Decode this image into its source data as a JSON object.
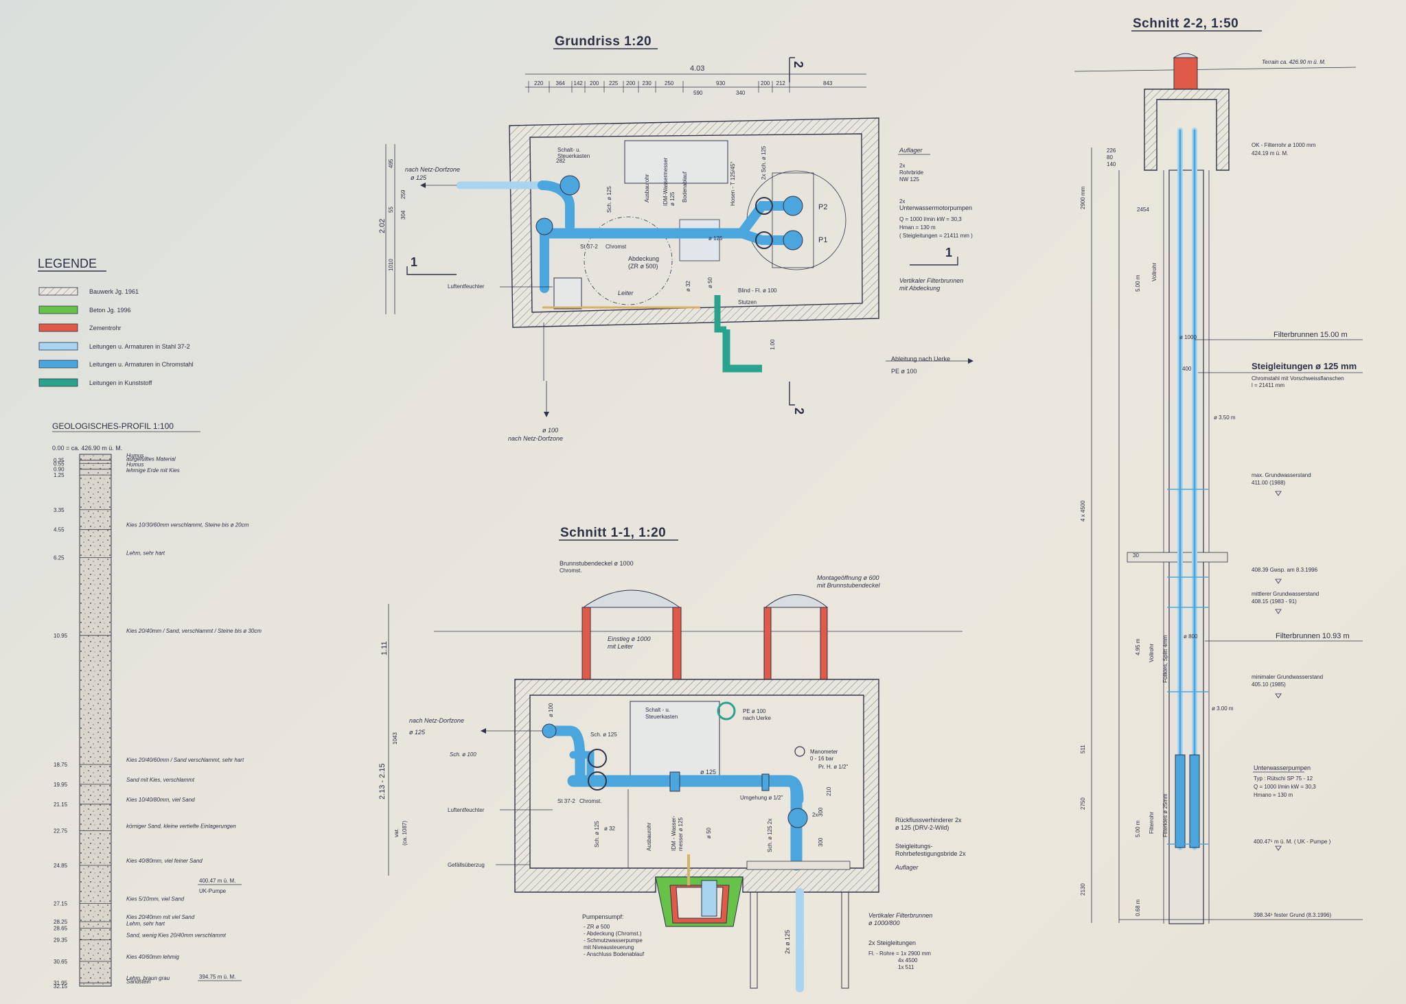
{
  "colors": {
    "paper": "#ebe7dd",
    "ink": "#2f3348",
    "chromstahl": "#4aa6dc",
    "stahl": "#a9d4ef",
    "kunststoff": "#2aa38e",
    "beton": "#67c24a",
    "zementrohr": "#e05a48"
  },
  "legend": {
    "title": "LEGENDE",
    "items": [
      {
        "label": "Bauwerk   Jg. 1961",
        "swatch": "hatch"
      },
      {
        "label": "Beton   Jg. 1996",
        "swatch": "#67c24a"
      },
      {
        "label": "Zementrohr",
        "swatch": "#e05a48"
      },
      {
        "label": "Leitungen u. Armaturen  in Stahl 37-2",
        "swatch": "#a9d4ef"
      },
      {
        "label": "Leitungen u. Armaturen  in Chromstahl",
        "swatch": "#4aa6dc"
      },
      {
        "label": "Leitungen  in Kunststoff",
        "swatch": "#2aa38e"
      }
    ]
  },
  "geo_profile": {
    "title": "GEOLOGISCHES-PROFIL  1:100",
    "head": "0.00  = ca. 426.90 m ü. M.",
    "layers": [
      {
        "depth": "0.35",
        "desc": "Humus"
      },
      {
        "depth": "0.55",
        "desc": "aufgefülltes Material"
      },
      {
        "depth": "0.90",
        "desc": "Humus"
      },
      {
        "depth": "1.25",
        "desc": "lehmige Erde mit Kies"
      },
      {
        "depth": "3.35",
        "desc": ""
      },
      {
        "depth": "4.55",
        "desc": "Kies 10/30/60mm verschlammt, Steine bis ø 20cm"
      },
      {
        "depth": "6.25",
        "desc": "Lehm, sehr hart"
      },
      {
        "depth": "10.95",
        "desc": "Kies 20/40mm / Sand, verschlammt / Steine bis ø 30cm"
      },
      {
        "depth": "18.75",
        "desc": "Kies 20/40/60mm / Sand verschlammt, sehr hart"
      },
      {
        "depth": "19.95",
        "desc": "Sand mit Kies, verschlammt"
      },
      {
        "depth": "21.15",
        "desc": "Kies 10/40/80mm, viel Sand"
      },
      {
        "depth": "22.75",
        "desc": "körniger Sand, kleine vertiefte Einlagerungen"
      },
      {
        "depth": "24.85",
        "desc": "Kies 40/80mm, viel feiner Sand"
      },
      {
        "depth": "27.15",
        "desc": "Kies 5/10mm, viel Sand"
      },
      {
        "depth": "28.25",
        "desc": "Kies 20/40mm mit viel Sand"
      },
      {
        "depth": "28.65",
        "desc": "Lehm, sehr hart"
      },
      {
        "depth": "29.35",
        "desc": "Sand, wenig Kies 20/40mm verschlammt"
      },
      {
        "depth": "30.65",
        "desc": "Kies 40/60mm lehmig"
      },
      {
        "depth": "31.95",
        "desc": "Lehm, braun grau"
      },
      {
        "depth": "32.15",
        "desc": "Sandstein"
      }
    ],
    "marker_uk": "400.47 m ü. M.",
    "marker_uk_sub": "UK-Pumpe",
    "marker_bottom": "394.75 m ü. M."
  },
  "grundriss": {
    "title": "Grundriss 1:20",
    "dims_top_total": "4.03",
    "dims_top": [
      "220",
      "364",
      "142",
      "200",
      "225",
      "200",
      "230",
      "250",
      "930",
      "200",
      "212",
      "843"
    ],
    "dims_top_sub": [
      "590",
      "340"
    ],
    "dims_left": [
      "495",
      "259",
      "55",
      "304",
      "1010"
    ],
    "dim_left_total": "2.02",
    "dim_pipe": "1.00",
    "dim_282": "282",
    "section_marks": [
      "2",
      "2",
      "1",
      "1"
    ],
    "labels": {
      "netz1": "nach Netz-Dorfzone",
      "netz1b": "ø 125",
      "schalt": "Schalt- u.",
      "schalt2": "Steuerkasten",
      "sch125a": "Sch. ø 125",
      "ausbau": "Ausbaurohr",
      "idm": "IDM-Wassermesser",
      "idm2": "ø 125",
      "boden": "Bodenablauf",
      "hosen": "Hosen - T 125/45°",
      "sch125b": "2x Sch. ø 125",
      "st37": "St 37-2",
      "chromst": "Chromst",
      "pipe125": "ø 125",
      "abdeckung": "Abdeckung",
      "abdeckung2": "(ZR ø 500)",
      "leiter": "Leiter",
      "luft": "Luftentfeuchter",
      "d32": "ø 32",
      "d50": "ø 50",
      "blind": "Blind - Fl. ø 100",
      "stutzen": "Stutzen",
      "p1": "P1",
      "p2": "P2",
      "auflager": "Auflager",
      "rohrbride": "2x",
      "rohrbride2": "Rohrbride",
      "rohrbride3": "NW 125",
      "uwp0": "2x",
      "uwp": "Unterwassermotorpumpen",
      "uwp2": "Q = 1000 l/min   kW = 30,3",
      "uwp3": "Hman = 130 m",
      "uwp4": "( Steigleitungen = 21411 mm )",
      "vfb": "Vertikaler Filterbrunnen",
      "vfb2": "mit Abdeckung",
      "ableitung": "Ableitung nach Uerke",
      "ableitung2": "PE ø 100",
      "netz2a": "ø 100",
      "netz2": "nach Netz-Dorfzone"
    }
  },
  "schnitt11": {
    "title": "Schnitt 1-1, 1:20",
    "labels": {
      "deckel": "Brunnstubendeckel ø 1000",
      "deckel2": "Chromst.",
      "einstieg": "Einstieg ø 1000",
      "einstieg2": "mit Leiter",
      "montage": "Montageöffnung ø 600",
      "montage2": "mit Brunnstubendeckel",
      "netz": "nach Netz-Dorfzone",
      "netz2": "ø 125",
      "d100": "ø 100",
      "sch125": "Sch. ø 125",
      "sch100": "Sch. ø 100",
      "schalt": "Schalt - u.",
      "schalt2": "Steuerkasten",
      "pe": "PE ø 100",
      "pe2": "nach Uerke",
      "mano": "Manometer",
      "mano2": "0 - 16 bar",
      "prh": "Pr. H. ø 1/2\"",
      "pipe125": "ø 125",
      "umgehung": "Umgehung ø 1/2\"",
      "st37": "St 37-2",
      "chromst": "Chromst.",
      "luft": "Luftentfeuchter",
      "d32": "ø 32",
      "schb": "Sch. ø 125",
      "ausbau": "Ausbaurohr",
      "idm": "IDM - Wasser-",
      "idm2": "messer ø 125",
      "d50": "ø 50",
      "sch125x": "Sch. ø 125 2x",
      "rv": "Rückflussverhinderer 2x",
      "rv2": "ø 125 (DRV-2-Wild)",
      "steig": "Steigleitungs-",
      "steig2": "Rohrbefestigungsbride 2x",
      "auflager": "Auflager",
      "gefaell": "Gefällsüberzug",
      "vfb": "Vertikaler Filterbrunnen",
      "vfb2": "ø 1000/800",
      "sumpf": "Pumpensumpf:",
      "sumpf_items": [
        "- ZR ø 500",
        "- Abdeckung (Chromst.)",
        "- Schmutzwasserpumpe",
        "  mit Niveausteuerung",
        "- Anschluss Bodenablauf"
      ],
      "steig_b": "2x Steigleitungen",
      "steig_b2": "Fl. - Rohre = 1x 2900 mm",
      "steig_b3": "4x 4500",
      "steig_b4": "1x 511",
      "pipe2x": "2x ø 125",
      "dim_111": "1.11",
      "dim_1043": "1043",
      "dim_2135": "2.13 - 2.15",
      "dim_var": "var.",
      "dim_1087": "(ca. 1087)",
      "dim_300": "300",
      "dim_300b": "300",
      "dim_210": "210",
      "dim_2x": "2x"
    }
  },
  "schnitt22": {
    "title": "Schnitt 2-2, 1:50",
    "labels": {
      "terrain": "Terrain  ca. 426.90 m ü. M.",
      "ok": "OK - Filterrohr ø 1000 mm",
      "ok2": "424.19 m ü. M.",
      "d226": "226",
      "d80": "80",
      "d140": "140",
      "d2454": "2454",
      "d2900": "2900 mm",
      "d500": "5.00 m",
      "vollrohr": "Vollrohr",
      "d1000": "ø 1000",
      "d400": "400",
      "fb15": "Filterbrunnen  15.00 m",
      "steig": "Steigleitungen ø 125 mm",
      "steig2": "Chromstahl mit Vorschweissflanschen",
      "steig3": "l = 21411 mm",
      "d350": "ø 3.50 m",
      "maxgw": "max. Grundwasserstand",
      "maxgw2": "411.00  (1988)",
      "d4x4500": "4 x 4500",
      "d30": "30",
      "gwsp": "408.39  Gwsp.  am  8.3.1996",
      "mittel": "mittlerer Grundwasserstand",
      "mittel2": "408.15   (1983 - 91)",
      "d495": "4.95 m",
      "vollrohr2": "Vollrohr",
      "fullkies": "Füllkies, Splitt 4mm",
      "d800": "ø 800",
      "fb1093": "Filterbrunnen  10.93 m",
      "mingw": "minimaler Grundwasserstand",
      "mingw2": "405.10   (1985)",
      "d300": "ø 3.00 m",
      "d511": "511",
      "uwp": "Unterwasserpumpen",
      "uwp2": "Typ :  Rütschi  SP 75 - 12",
      "uwp3": "Q = 1000 l/min    kW = 30,3",
      "uwp4": "Hmano = 130 m",
      "d2750": "2750",
      "d500b": "5.00 m",
      "filterrohr": "Filterrohr",
      "filterkies": "Filterkies ø 25mm",
      "ukpumpe": "400.47⁵ m ü. M.   ( UK - Pumpe )",
      "d2130": "2130",
      "d068": "0.68 m",
      "fest": "398.34⁵ fester Grund  (8.3.1996)"
    }
  }
}
